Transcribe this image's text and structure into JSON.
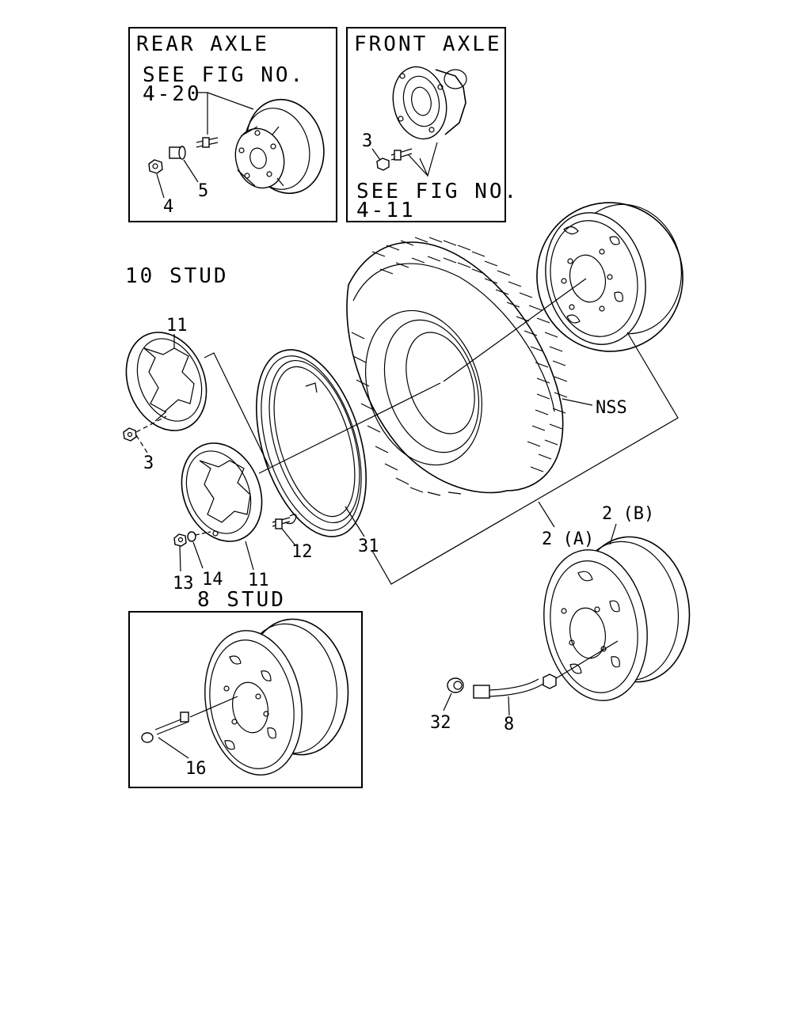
{
  "insets": {
    "rear": {
      "title": "REAR AXLE",
      "see_line1": "SEE FIG NO.",
      "see_line2": "4-20"
    },
    "front": {
      "title": "FRONT AXLE",
      "see_line1": "SEE FIG NO.",
      "see_line2": "4-11"
    },
    "eight_stud": {
      "title": "8 STUD"
    }
  },
  "headings": {
    "ten_stud": "10 STUD"
  },
  "callouts": {
    "c4": "4",
    "c5": "5",
    "c3_front": "3",
    "c11_top": "11",
    "c3_left": "3",
    "c13": "13",
    "c14": "14",
    "c11_bottom": "11",
    "c12": "12",
    "c31": "31",
    "nss": "NSS",
    "c2a": "2 (A)",
    "c2b": "2 (B)",
    "c32": "32",
    "c8": "8",
    "c16": "16"
  }
}
